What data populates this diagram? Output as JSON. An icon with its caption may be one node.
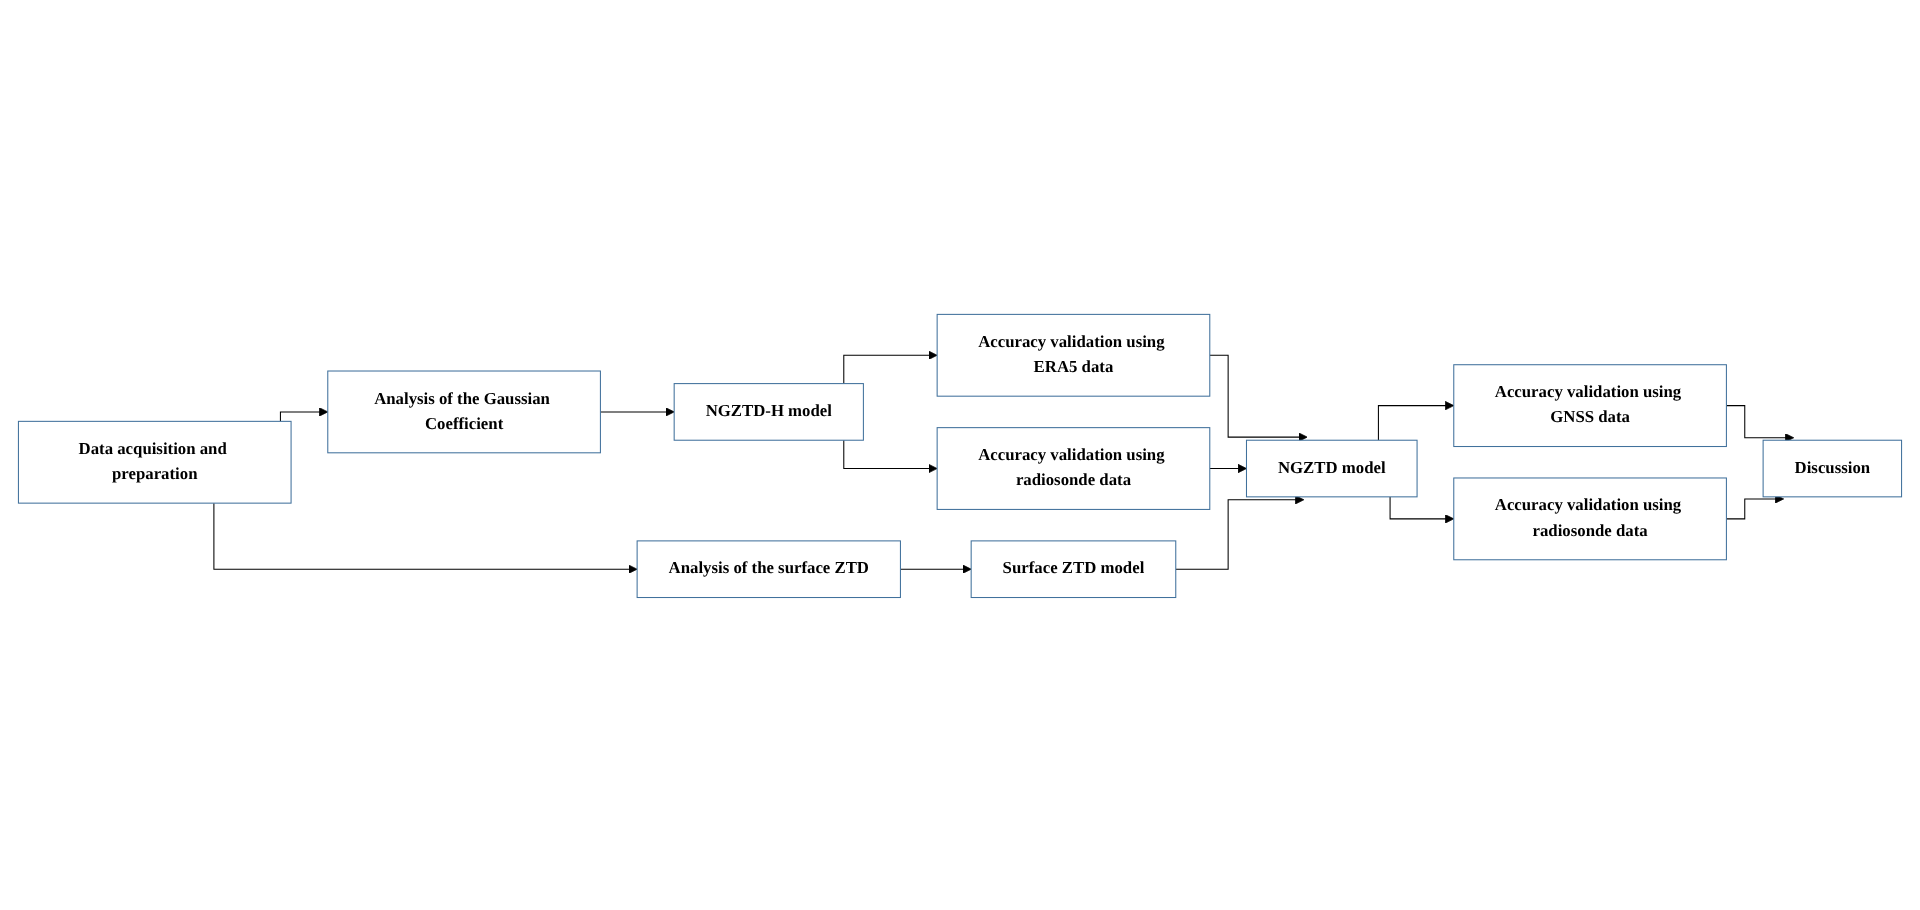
{
  "diagram": {
    "nodes": [
      {
        "text": [
          "Data acquisition and preparation"
        ]
      },
      {
        "text": [
          "Analysis of the Gaussian Coefficient"
        ]
      },
      {
        "text": [
          "NGZTD-H model"
        ]
      },
      {
        "text": [
          "Accuracy validation using ERA5 data"
        ]
      },
      {
        "text": [
          "Accuracy validation using radiosonde data"
        ]
      },
      {
        "text": [
          "Analysis of the surface ZTD"
        ]
      },
      {
        "text": [
          "Surface ZTD model"
        ]
      },
      {
        "text": [
          "NGZTD model"
        ]
      },
      {
        "text": [
          "Accuracy validation using GNSS data"
        ]
      },
      {
        "text": [
          "Accuracy validation using radiosonde data"
        ]
      },
      {
        "text": [
          "Discussion"
        ]
      }
    ],
    "edges": [
      {
        "from": 0,
        "to": 1,
        "arrow": "to"
      },
      {
        "from": 0,
        "to": 5,
        "arrow": "to"
      },
      {
        "from": 1,
        "to": 2,
        "arrow": "to"
      },
      {
        "from": 2,
        "to": 3,
        "arrow": "to"
      },
      {
        "from": 2,
        "to": 4,
        "arrow": "to"
      },
      {
        "from": 3,
        "to": 7,
        "arrow": "to"
      },
      {
        "from": 4,
        "to": 7,
        "arrow": "to"
      },
      {
        "from": 5,
        "to": 6,
        "arrow": "to"
      },
      {
        "from": 6,
        "to": 7,
        "arrow": "to"
      },
      {
        "from": 7,
        "to": 8,
        "arrow": "to"
      },
      {
        "from": 7,
        "to": 9,
        "arrow": "to"
      },
      {
        "from": 8,
        "to": 10,
        "arrow": "to"
      },
      {
        "from": 9,
        "to": 10,
        "arrow": "to"
      }
    ]
  }
}
